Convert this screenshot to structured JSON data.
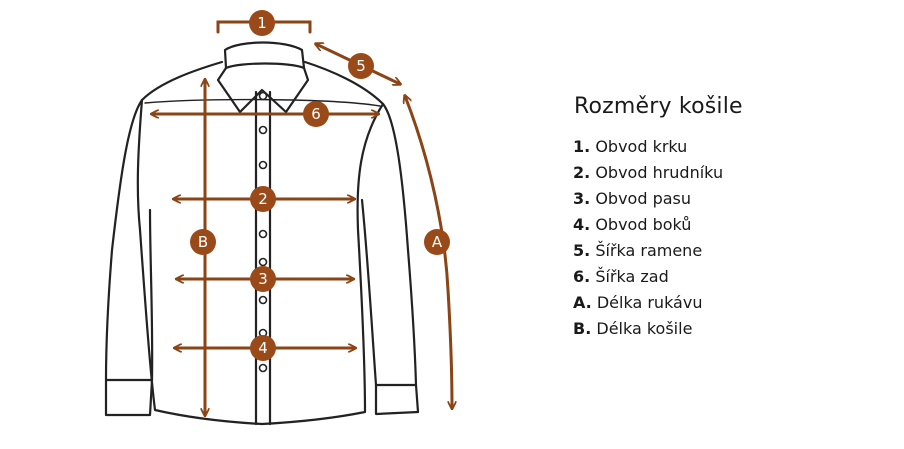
{
  "legend": {
    "title": "Rozměry košile",
    "items": [
      {
        "key": "1.",
        "label": "Obvod krku"
      },
      {
        "key": "2.",
        "label": "Obvod hrudníku"
      },
      {
        "key": "3.",
        "label": "Obvod pasu"
      },
      {
        "key": "4.",
        "label": "Obvod boků"
      },
      {
        "key": "5.",
        "label": "Šířka ramene"
      },
      {
        "key": "6.",
        "label": "Šířka zad"
      },
      {
        "key": "A.",
        "label": "Délka rukávu"
      },
      {
        "key": "B.",
        "label": "Délka košile"
      }
    ]
  },
  "markers": {
    "m1": "1",
    "m2": "2",
    "m3": "3",
    "m4": "4",
    "m5": "5",
    "m6": "6",
    "mA": "A",
    "mB": "B"
  },
  "colors": {
    "accent": "#8a4416",
    "badge": "#9a4a18",
    "outline": "#222222"
  }
}
